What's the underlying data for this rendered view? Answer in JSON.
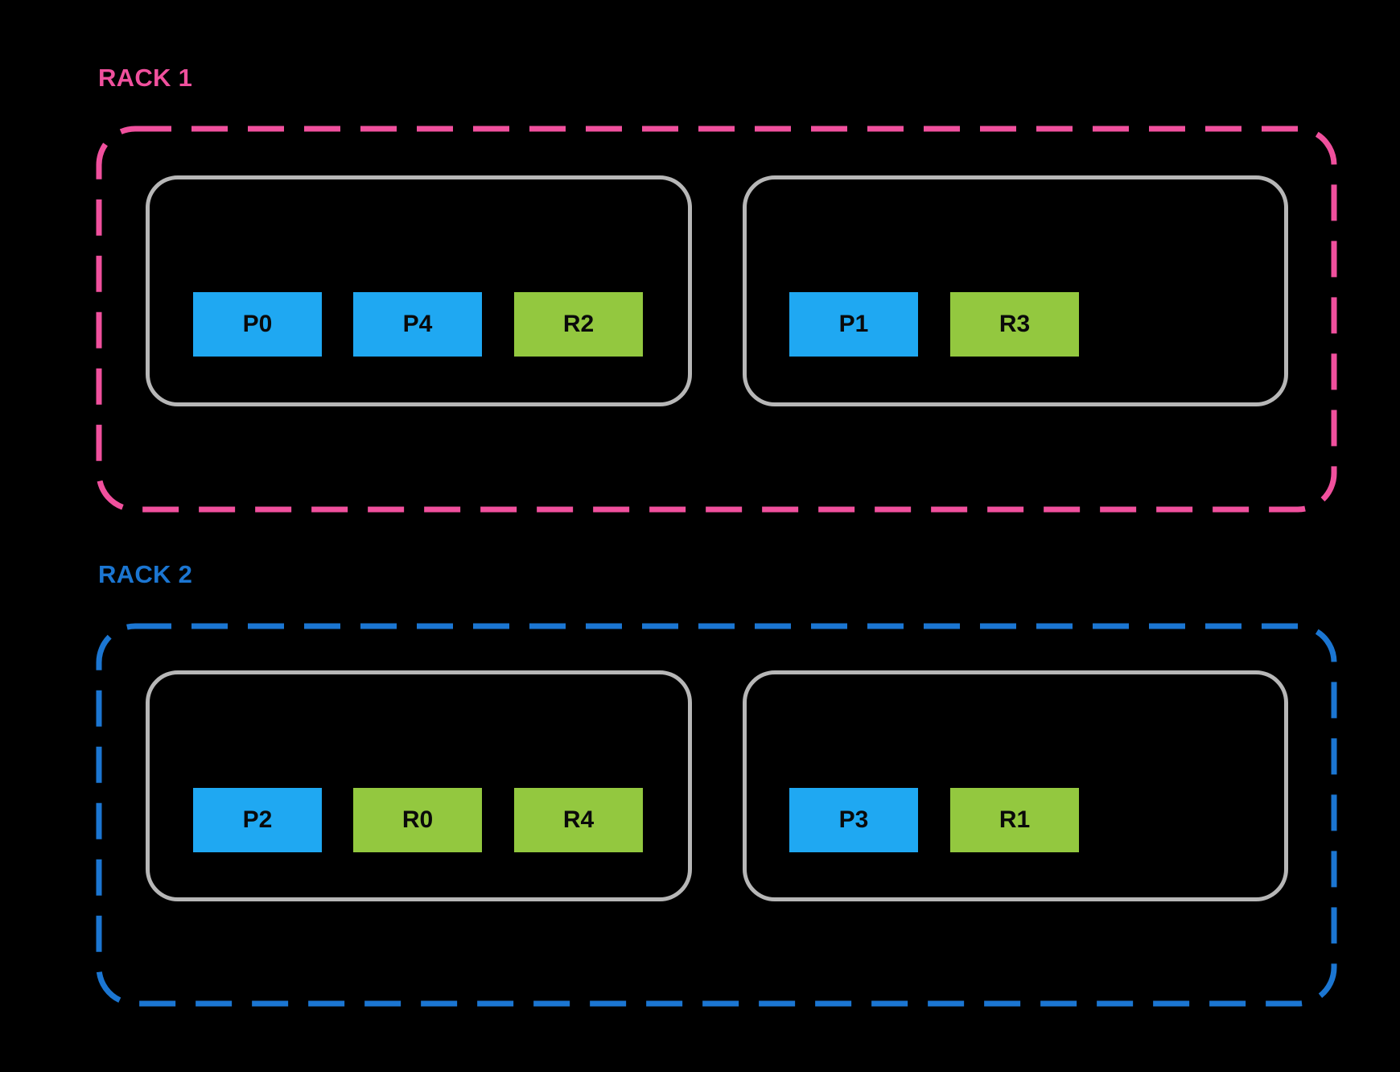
{
  "palette": {
    "background": "#000000",
    "rack1_pink": "#F0509D",
    "rack2_blue": "#1B76D2",
    "host_border_gray": "#B7B7B7",
    "block_blue": "#1FA8F2",
    "block_green": "#93C83F",
    "block_text": "#0A0A0A"
  },
  "racks": [
    {
      "label": "RACK 1",
      "accent": "#F0509D",
      "hosts": [
        {
          "blocks": [
            {
              "label": "P0",
              "color": "blue"
            },
            {
              "label": "P4",
              "color": "blue"
            },
            {
              "label": "R2",
              "color": "green"
            }
          ]
        },
        {
          "blocks": [
            {
              "label": "P1",
              "color": "blue"
            },
            {
              "label": "R3",
              "color": "green"
            }
          ]
        }
      ]
    },
    {
      "label": "RACK 2",
      "accent": "#1B76D2",
      "hosts": [
        {
          "blocks": [
            {
              "label": "P2",
              "color": "blue"
            },
            {
              "label": "R0",
              "color": "green"
            },
            {
              "label": "R4",
              "color": "green"
            }
          ]
        },
        {
          "blocks": [
            {
              "label": "P3",
              "color": "blue"
            },
            {
              "label": "R1",
              "color": "green"
            }
          ]
        }
      ]
    }
  ]
}
